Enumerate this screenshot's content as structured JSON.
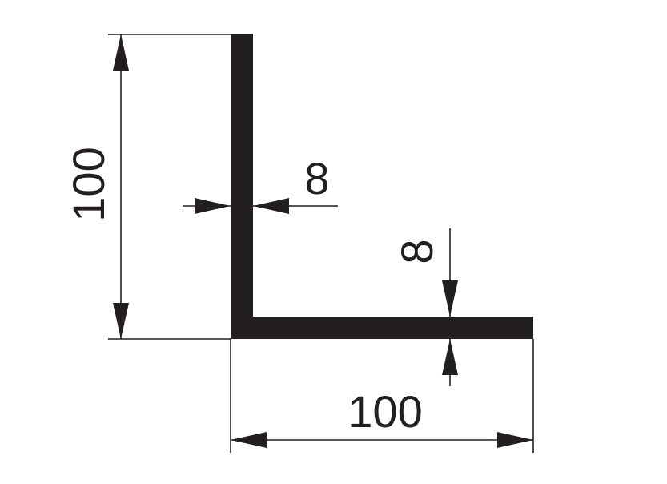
{
  "colors": {
    "profile": "#231f20",
    "dimension_lines": "#231f20",
    "background": "#ffffff"
  },
  "dimensions": {
    "height_label": "100",
    "width_label": "100",
    "vertical_thickness_label": "8",
    "horizontal_thickness_label": "8"
  }
}
